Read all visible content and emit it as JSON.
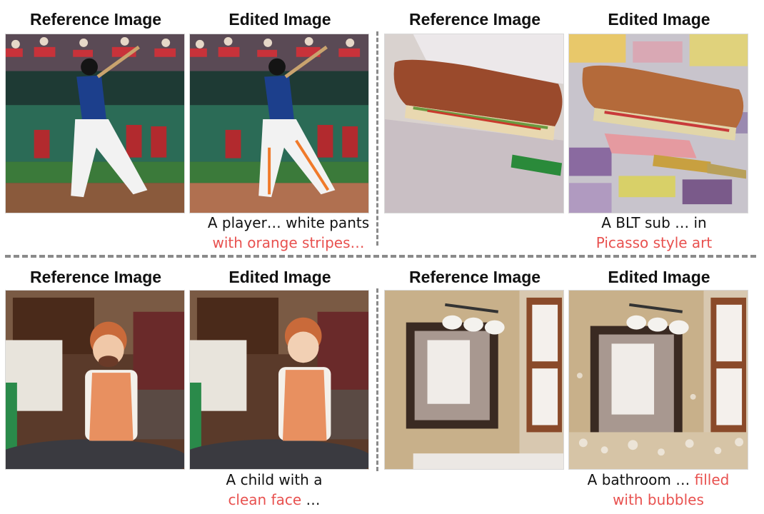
{
  "headers": {
    "reference": "Reference Image",
    "edited": "Edited Image"
  },
  "panels": [
    {
      "caption_plain": "A player… white pants",
      "caption_highlight": "with orange stripes…"
    },
    {
      "caption_plain": "A BLT sub … in",
      "caption_highlight": "Picasso style art"
    },
    {
      "caption_plain": "A child with a",
      "caption_highlight": "clean face",
      "caption_tail": " …"
    },
    {
      "caption_plain": "A bathroom … ",
      "caption_highlight_inline": "filled",
      "caption_highlight": "with bubbles"
    }
  ],
  "colors": {
    "highlight": "#e8514f",
    "separator": "#8a8a8a"
  }
}
